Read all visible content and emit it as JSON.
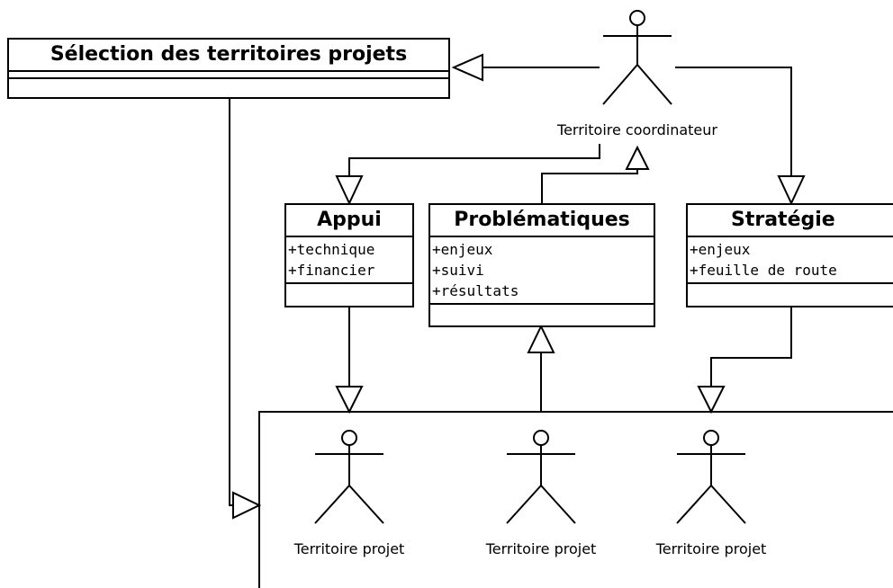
{
  "classes": {
    "selection": {
      "title": "Sélection des territoires projets"
    },
    "appui": {
      "title": "Appui",
      "attributes": [
        "+technique",
        "+financier"
      ]
    },
    "problematiques": {
      "title": "Problématiques",
      "attributes": [
        "+enjeux",
        "+suivi",
        "+résultats"
      ]
    },
    "strategie": {
      "title": "Stratégie",
      "attributes": [
        "+enjeux",
        "+feuille de route"
      ]
    }
  },
  "actors": {
    "coordinateur": {
      "label": "Territoire coordinateur"
    },
    "projets": [
      {
        "label": "Territoire projet"
      },
      {
        "label": "Territoire projet"
      },
      {
        "label": "Territoire projet"
      }
    ]
  }
}
